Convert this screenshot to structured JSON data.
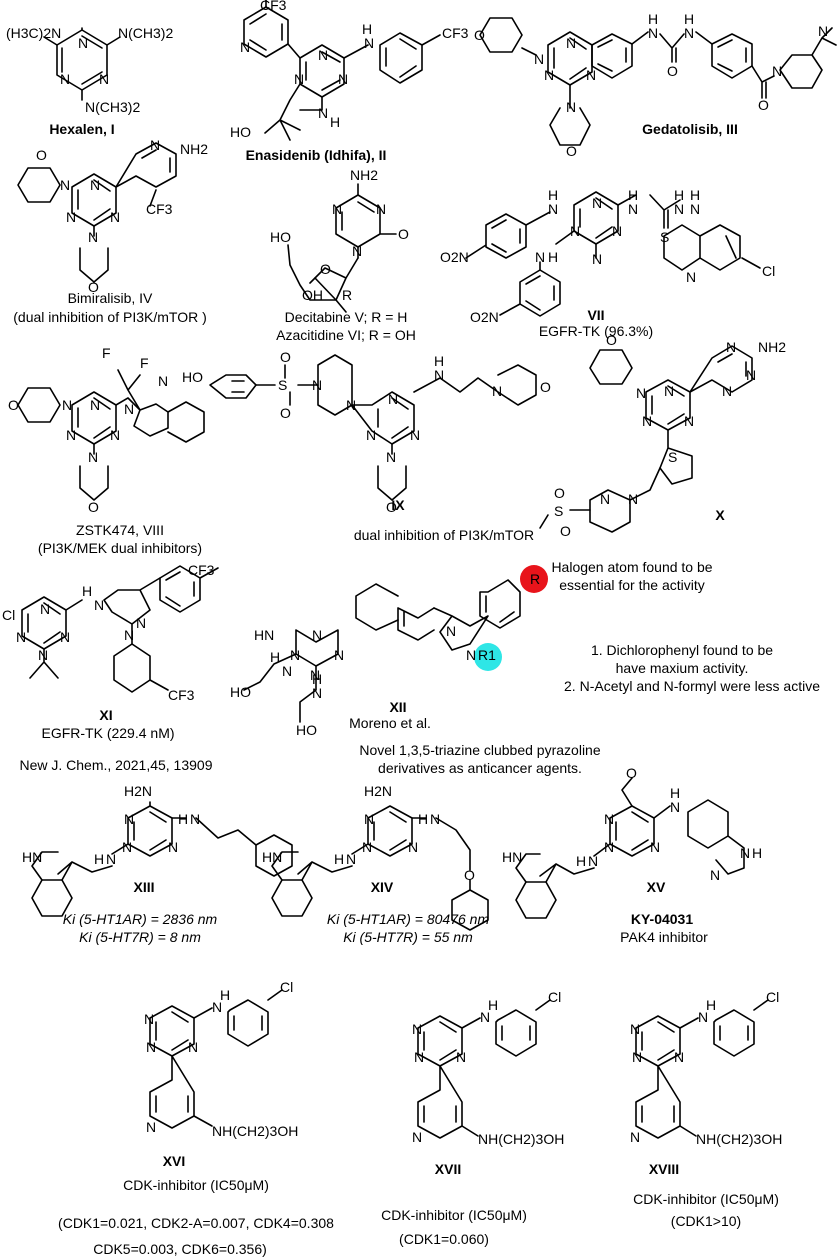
{
  "compounds": [
    {
      "id": "I",
      "atoms": [
        "(H3C)2N",
        "N(CH3)2",
        "N(CH3)2",
        "N",
        "N",
        "N"
      ],
      "caption": [
        "Hexalen, I"
      ]
    },
    {
      "id": "II",
      "atoms": [
        "CF3",
        "N",
        "H",
        "N",
        "CF3",
        "N",
        "N",
        "N",
        "HO",
        "N",
        "H"
      ],
      "caption": [
        "Enasidenib (Idhifa), II"
      ]
    },
    {
      "id": "III",
      "atoms": [
        "O",
        "N",
        "N",
        "N",
        "N",
        "N",
        "O",
        "N",
        "H",
        "N",
        "H",
        "O",
        "N",
        "N",
        "O"
      ],
      "caption": [
        "Gedatolisib, III"
      ]
    },
    {
      "id": "IV",
      "atoms": [
        "O",
        "N",
        "N",
        "N",
        "N",
        "N",
        "NH2",
        "CF3",
        "N",
        "O"
      ],
      "caption": [
        "Bimiralisib, IV",
        "(dual inhibition of PI3K/mTOR )"
      ]
    },
    {
      "id": "V_VI",
      "atoms": [
        "NH2",
        "N",
        "N",
        "N",
        "O",
        "HO",
        "O",
        "OH",
        "R"
      ],
      "caption": [
        "Decitabine V; R = H",
        "Azacitidine VI; R = OH"
      ]
    },
    {
      "id": "VII",
      "atoms": [
        "H",
        "N",
        "N",
        "N",
        "H",
        "N",
        "H",
        "N",
        "N",
        "H",
        "O2N",
        "N",
        "N",
        "S",
        "N",
        "Cl",
        "N",
        "H",
        "O2N"
      ],
      "caption": [
        "VII",
        "EGFR-TK (96.3%)"
      ]
    },
    {
      "id": "VIII",
      "atoms": [
        "F",
        "F",
        "O",
        "N",
        "N",
        "N",
        "N",
        "N",
        "N",
        "N",
        "O"
      ],
      "caption": [
        "ZSTK474, VIII",
        "(PI3K/MEK dual inhibitors)"
      ]
    },
    {
      "id": "IX",
      "atoms": [
        "HO",
        "O",
        "S",
        "O",
        "N",
        "N",
        "N",
        "N",
        "N",
        "H",
        "N",
        "N",
        "O",
        "N",
        "O"
      ],
      "caption": [
        "IX",
        "dual inhibition of PI3K/mTOR"
      ]
    },
    {
      "id": "X",
      "atoms": [
        "O",
        "N",
        "N",
        "N",
        "N",
        "N",
        "NH2",
        "N",
        "N",
        "S",
        "O",
        "S",
        "N",
        "O",
        "N"
      ],
      "caption": [
        "X"
      ]
    },
    {
      "id": "XI",
      "atoms": [
        "CF3",
        "H",
        "N",
        "Cl",
        "N",
        "N",
        "N",
        "N",
        "N",
        "N",
        "CF3"
      ],
      "caption": [
        "XI",
        "EGFR-TK (229.4 nM)",
        "New J. Chem., 2021,45, 13909"
      ]
    },
    {
      "id": "XII",
      "atoms": [
        "R",
        "HN",
        "N",
        "N",
        "H",
        "N",
        "N",
        "N",
        "R1",
        "N",
        "N",
        "HO",
        "N",
        "H",
        "HO"
      ],
      "caption": [
        "XII",
        "Moreno et al.",
        "Novel 1,3,5-triazine clubbed pyrazoline",
        "derivatives as anticancer agents."
      ]
    },
    {
      "id": "XIII",
      "atoms": [
        "H2N",
        "N",
        "N",
        "N",
        "N",
        "H",
        "N",
        "H",
        "HN"
      ],
      "caption": [
        "XIII",
        "Ki (5-HT1AR) = 2836 nm",
        "Ki (5-HT7R) = 8 nm"
      ]
    },
    {
      "id": "XIV",
      "atoms": [
        "H2N",
        "N",
        "N",
        "N",
        "N",
        "H",
        "N",
        "H",
        "O",
        "HN"
      ],
      "caption": [
        "XIV",
        "Ki (5-HT1AR) = 80476 nm",
        "Ki (5-HT7R) = 55 nm"
      ]
    },
    {
      "id": "XV",
      "atoms": [
        "O",
        "N",
        "N",
        "N",
        "N",
        "H",
        "N",
        "H",
        "HN",
        "N",
        "H",
        "N"
      ],
      "caption": [
        "XV",
        "KY-04031",
        "PAK4 inhibitor"
      ]
    },
    {
      "id": "XVI",
      "atoms": [
        "N",
        "N",
        "N",
        "N",
        "H",
        "Cl",
        "N",
        "NH(CH2)3OH"
      ],
      "caption": [
        "XVI",
        "CDK-inhibitor (IC50μM)",
        "(CDK1=0.021, CDK2-A=0.007, CDK4=0.308",
        "CDK5=0.003, CDK6=0.356)"
      ]
    },
    {
      "id": "XVII",
      "atoms": [
        "N",
        "N",
        "N",
        "N",
        "H",
        "Cl",
        "N",
        "NH(CH2)3OH"
      ],
      "caption": [
        "XVII",
        "CDK-inhibitor (IC50μM)",
        "(CDK1=0.060)"
      ]
    },
    {
      "id": "XVIII",
      "atoms": [
        "N",
        "N",
        "N",
        "N",
        "H",
        "Cl",
        "N",
        "NH(CH2)3OH"
      ],
      "caption": [
        "XVIII",
        "CDK-inhibitor (IC50μM)",
        "(CDK1>10)"
      ]
    }
  ],
  "annotations": {
    "halogen": [
      "Halogen atom found to be",
      "essential for the activity"
    ],
    "sar_1": "1. Dichlorophenyl found to be",
    "sar_1b": "have maxium activity.",
    "sar_2": "2. N-Acetyl and N-formyl were less active"
  },
  "colors": {
    "halogen_marker": "#e8141b",
    "r1_marker": "#2ee6e6"
  }
}
